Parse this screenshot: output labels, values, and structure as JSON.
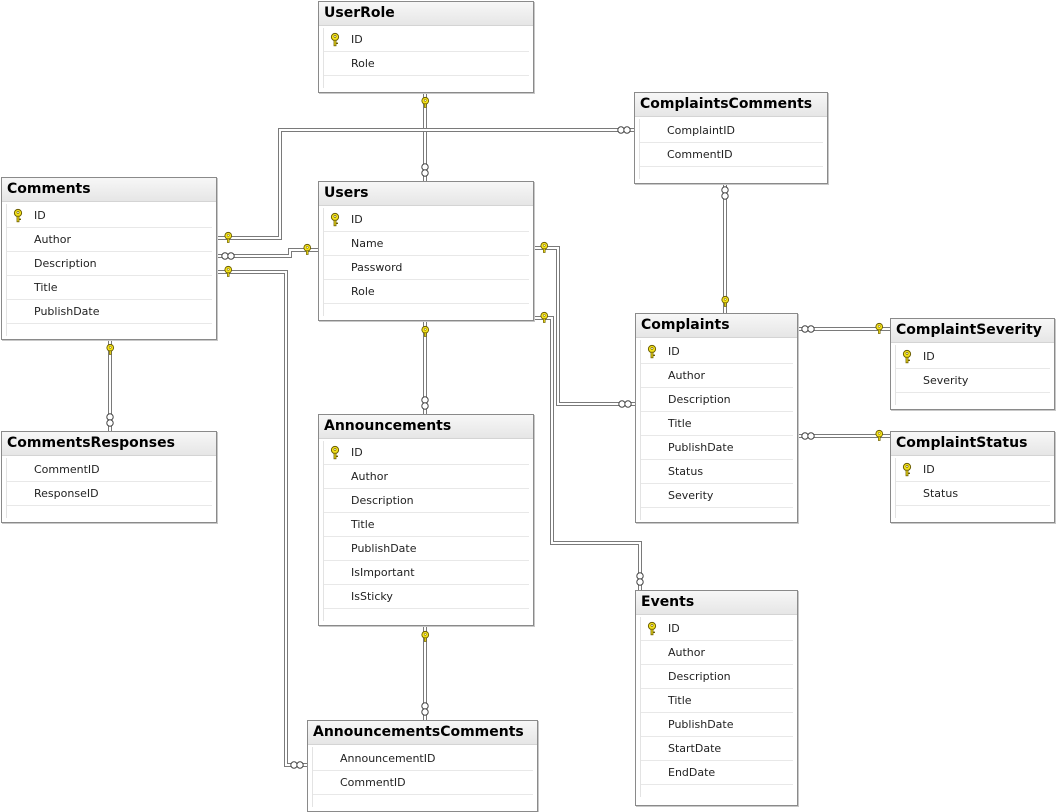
{
  "tables": [
    {
      "id": "userrole",
      "name": "UserRole",
      "columns": [
        {
          "name": "ID",
          "pk": true
        },
        {
          "name": "Role",
          "pk": false
        }
      ]
    },
    {
      "id": "complaintscomments",
      "name": "ComplaintsComments",
      "columns": [
        {
          "name": "ComplaintID",
          "pk": false
        },
        {
          "name": "CommentID",
          "pk": false
        }
      ]
    },
    {
      "id": "comments",
      "name": "Comments",
      "columns": [
        {
          "name": "ID",
          "pk": true
        },
        {
          "name": "Author",
          "pk": false
        },
        {
          "name": "Description",
          "pk": false
        },
        {
          "name": "Title",
          "pk": false
        },
        {
          "name": "PublishDate",
          "pk": false
        }
      ]
    },
    {
      "id": "users",
      "name": "Users",
      "columns": [
        {
          "name": "ID",
          "pk": true
        },
        {
          "name": "Name",
          "pk": false
        },
        {
          "name": "Password",
          "pk": false
        },
        {
          "name": "Role",
          "pk": false
        }
      ]
    },
    {
      "id": "complaints",
      "name": "Complaints",
      "columns": [
        {
          "name": "ID",
          "pk": true
        },
        {
          "name": "Author",
          "pk": false
        },
        {
          "name": "Description",
          "pk": false
        },
        {
          "name": "Title",
          "pk": false
        },
        {
          "name": "PublishDate",
          "pk": false
        },
        {
          "name": "Status",
          "pk": false
        },
        {
          "name": "Severity",
          "pk": false
        }
      ]
    },
    {
      "id": "complaintseverity",
      "name": "ComplaintSeverity",
      "columns": [
        {
          "name": "ID",
          "pk": true
        },
        {
          "name": "Severity",
          "pk": false
        }
      ]
    },
    {
      "id": "commentsresponses",
      "name": "CommentsResponses",
      "columns": [
        {
          "name": "CommentID",
          "pk": false
        },
        {
          "name": "ResponseID",
          "pk": false
        }
      ]
    },
    {
      "id": "announcements",
      "name": "Announcements",
      "columns": [
        {
          "name": "ID",
          "pk": true
        },
        {
          "name": "Author",
          "pk": false
        },
        {
          "name": "Description",
          "pk": false
        },
        {
          "name": "Title",
          "pk": false
        },
        {
          "name": "PublishDate",
          "pk": false
        },
        {
          "name": "IsImportant",
          "pk": false
        },
        {
          "name": "IsSticky",
          "pk": false
        }
      ]
    },
    {
      "id": "complaintstatus",
      "name": "ComplaintStatus",
      "columns": [
        {
          "name": "ID",
          "pk": true
        },
        {
          "name": "Status",
          "pk": false
        }
      ]
    },
    {
      "id": "events",
      "name": "Events",
      "columns": [
        {
          "name": "ID",
          "pk": true
        },
        {
          "name": "Author",
          "pk": false
        },
        {
          "name": "Description",
          "pk": false
        },
        {
          "name": "Title",
          "pk": false
        },
        {
          "name": "PublishDate",
          "pk": false
        },
        {
          "name": "StartDate",
          "pk": false
        },
        {
          "name": "EndDate",
          "pk": false
        }
      ]
    },
    {
      "id": "announcementscomments",
      "name": "AnnouncementsComments",
      "columns": [
        {
          "name": "AnnouncementID",
          "pk": false
        },
        {
          "name": "CommentID",
          "pk": false
        }
      ]
    }
  ],
  "relationships": [
    {
      "from": "UserRole",
      "to": "Users",
      "one_end": "UserRole",
      "many_end": "Users"
    },
    {
      "from": "Comments",
      "to": "ComplaintsComments",
      "one_end": "Comments",
      "many_end": "ComplaintsComments"
    },
    {
      "from": "Users",
      "to": "Comments",
      "one_end": "Users",
      "many_end": "Comments"
    },
    {
      "from": "Comments",
      "to": "AnnouncementsComments",
      "one_end": "Comments",
      "many_end": "AnnouncementsComments"
    },
    {
      "from": "Comments",
      "to": "CommentsResponses",
      "one_end": "Comments",
      "many_end": "CommentsResponses"
    },
    {
      "from": "Complaints",
      "to": "ComplaintsComments",
      "one_end": "Complaints",
      "many_end": "ComplaintsComments"
    },
    {
      "from": "Users",
      "to": "Complaints",
      "one_end": "Users",
      "many_end": "Complaints"
    },
    {
      "from": "Users",
      "to": "Events",
      "one_end": "Users",
      "many_end": "Events"
    },
    {
      "from": "Users",
      "to": "Announcements",
      "one_end": "Users",
      "many_end": "Announcements"
    },
    {
      "from": "Announcements",
      "to": "AnnouncementsComments",
      "one_end": "Announcements",
      "many_end": "AnnouncementsComments"
    },
    {
      "from": "ComplaintSeverity",
      "to": "Complaints",
      "one_end": "ComplaintSeverity",
      "many_end": "Complaints"
    },
    {
      "from": "ComplaintStatus",
      "to": "Complaints",
      "one_end": "ComplaintStatus",
      "many_end": "Complaints"
    }
  ],
  "icons": {
    "primary_key": "key-icon",
    "one_end": "key-icon",
    "many_end": "infinity-icon"
  },
  "colors": {
    "key_fill": "#f4e21a",
    "key_stroke": "#6b5d00",
    "line": "#7a7a7a"
  }
}
